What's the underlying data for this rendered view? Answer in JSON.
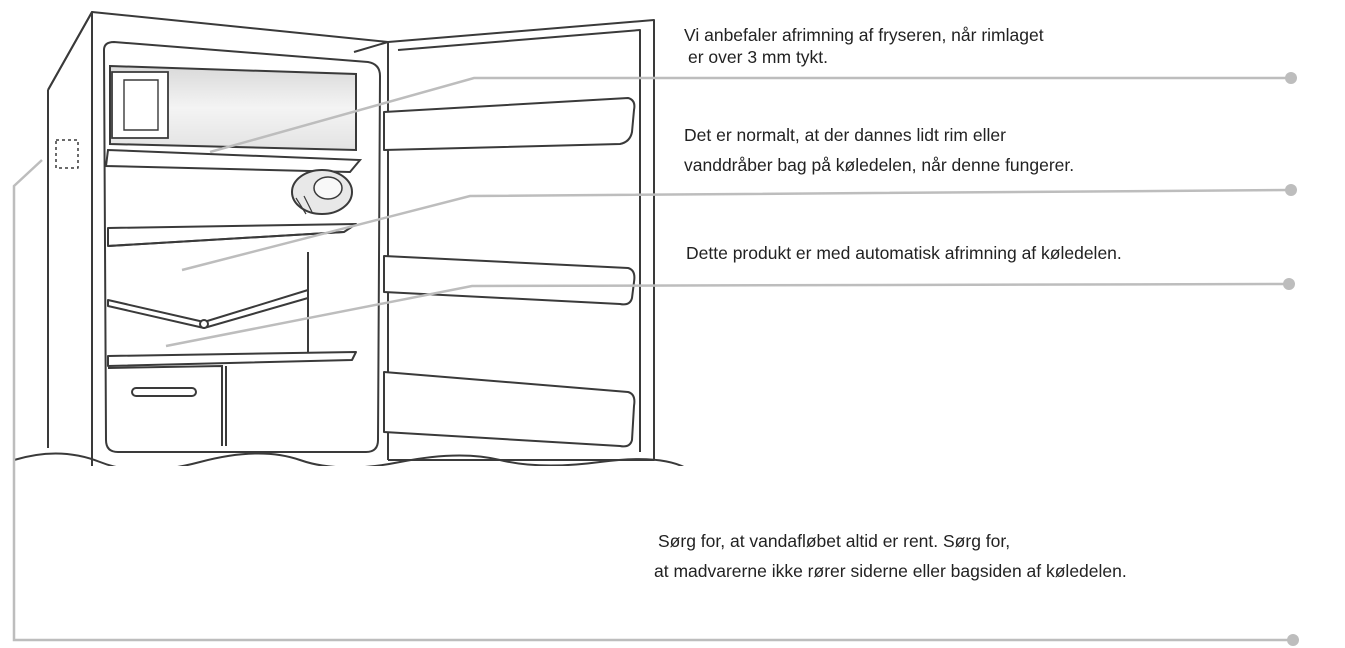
{
  "annotations": [
    {
      "id": "freezer",
      "lines": [
        "Vi anbefaler afrimning af fryseren, når rimlaget",
        "er over 3 mm tykt."
      ]
    },
    {
      "id": "frost",
      "lines": [
        "Det er normalt, at der dannes lidt rim eller",
        "vanddråber bag på køledelen, når denne fungerer."
      ]
    },
    {
      "id": "auto",
      "lines": [
        "Dette produkt er med automatisk afrimning af køledelen."
      ]
    },
    {
      "id": "drain",
      "lines": [
        "Sørg for, at vandafløbet altid er rent. Sørg for,",
        "at madvarerne ikke rører siderne eller bagsiden af køledelen."
      ]
    }
  ],
  "colors": {
    "outline": "#3a3a3a",
    "leader_line": "#bdbdbd",
    "leader_dot": "#bdbdbd",
    "text": "#222222"
  }
}
